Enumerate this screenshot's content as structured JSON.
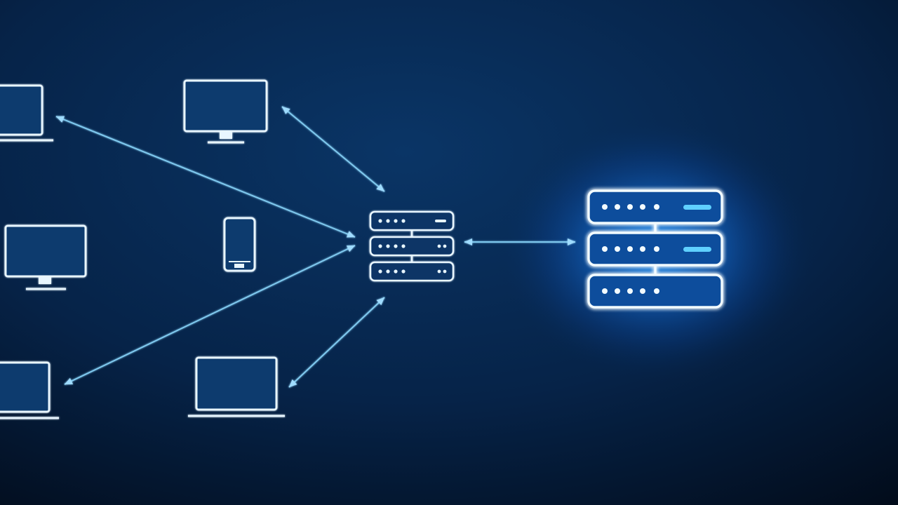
{
  "scene": {
    "description_free": true,
    "nodes": [
      {
        "id": "laptop-top-left",
        "kind": "laptop",
        "connected": true
      },
      {
        "id": "monitor-top",
        "kind": "monitor",
        "connected": true
      },
      {
        "id": "monitor-left",
        "kind": "monitor",
        "connected": false
      },
      {
        "id": "phone",
        "kind": "phone",
        "connected": false
      },
      {
        "id": "laptop-bottom-left",
        "kind": "laptop",
        "connected": true
      },
      {
        "id": "laptop-bottom",
        "kind": "laptop",
        "connected": true
      },
      {
        "id": "hub-server",
        "kind": "server-small",
        "units": 3
      },
      {
        "id": "main-server",
        "kind": "server-large",
        "units": 3,
        "glowing": true
      }
    ],
    "links": [
      {
        "from": "laptop-top-left",
        "to": "hub-server"
      },
      {
        "from": "monitor-top",
        "to": "hub-server"
      },
      {
        "from": "laptop-bottom-left",
        "to": "hub-server"
      },
      {
        "from": "laptop-bottom",
        "to": "hub-server"
      },
      {
        "from": "hub-server",
        "to": "main-server",
        "bidirectional": true
      }
    ]
  },
  "colors": {
    "background_top": "#062a55",
    "background_bottom": "#020b19",
    "outline": "#e8f6ff",
    "link": "#7fc9ef",
    "glow": "#1e90ff",
    "screen_fill": "#0a3a6e",
    "indicator": "#5fd0ff"
  },
  "icons": {
    "laptop": "laptop-icon",
    "monitor": "monitor-icon",
    "phone": "smartphone-icon",
    "server": "server-rack-icon",
    "arrow": "arrowhead-icon"
  }
}
